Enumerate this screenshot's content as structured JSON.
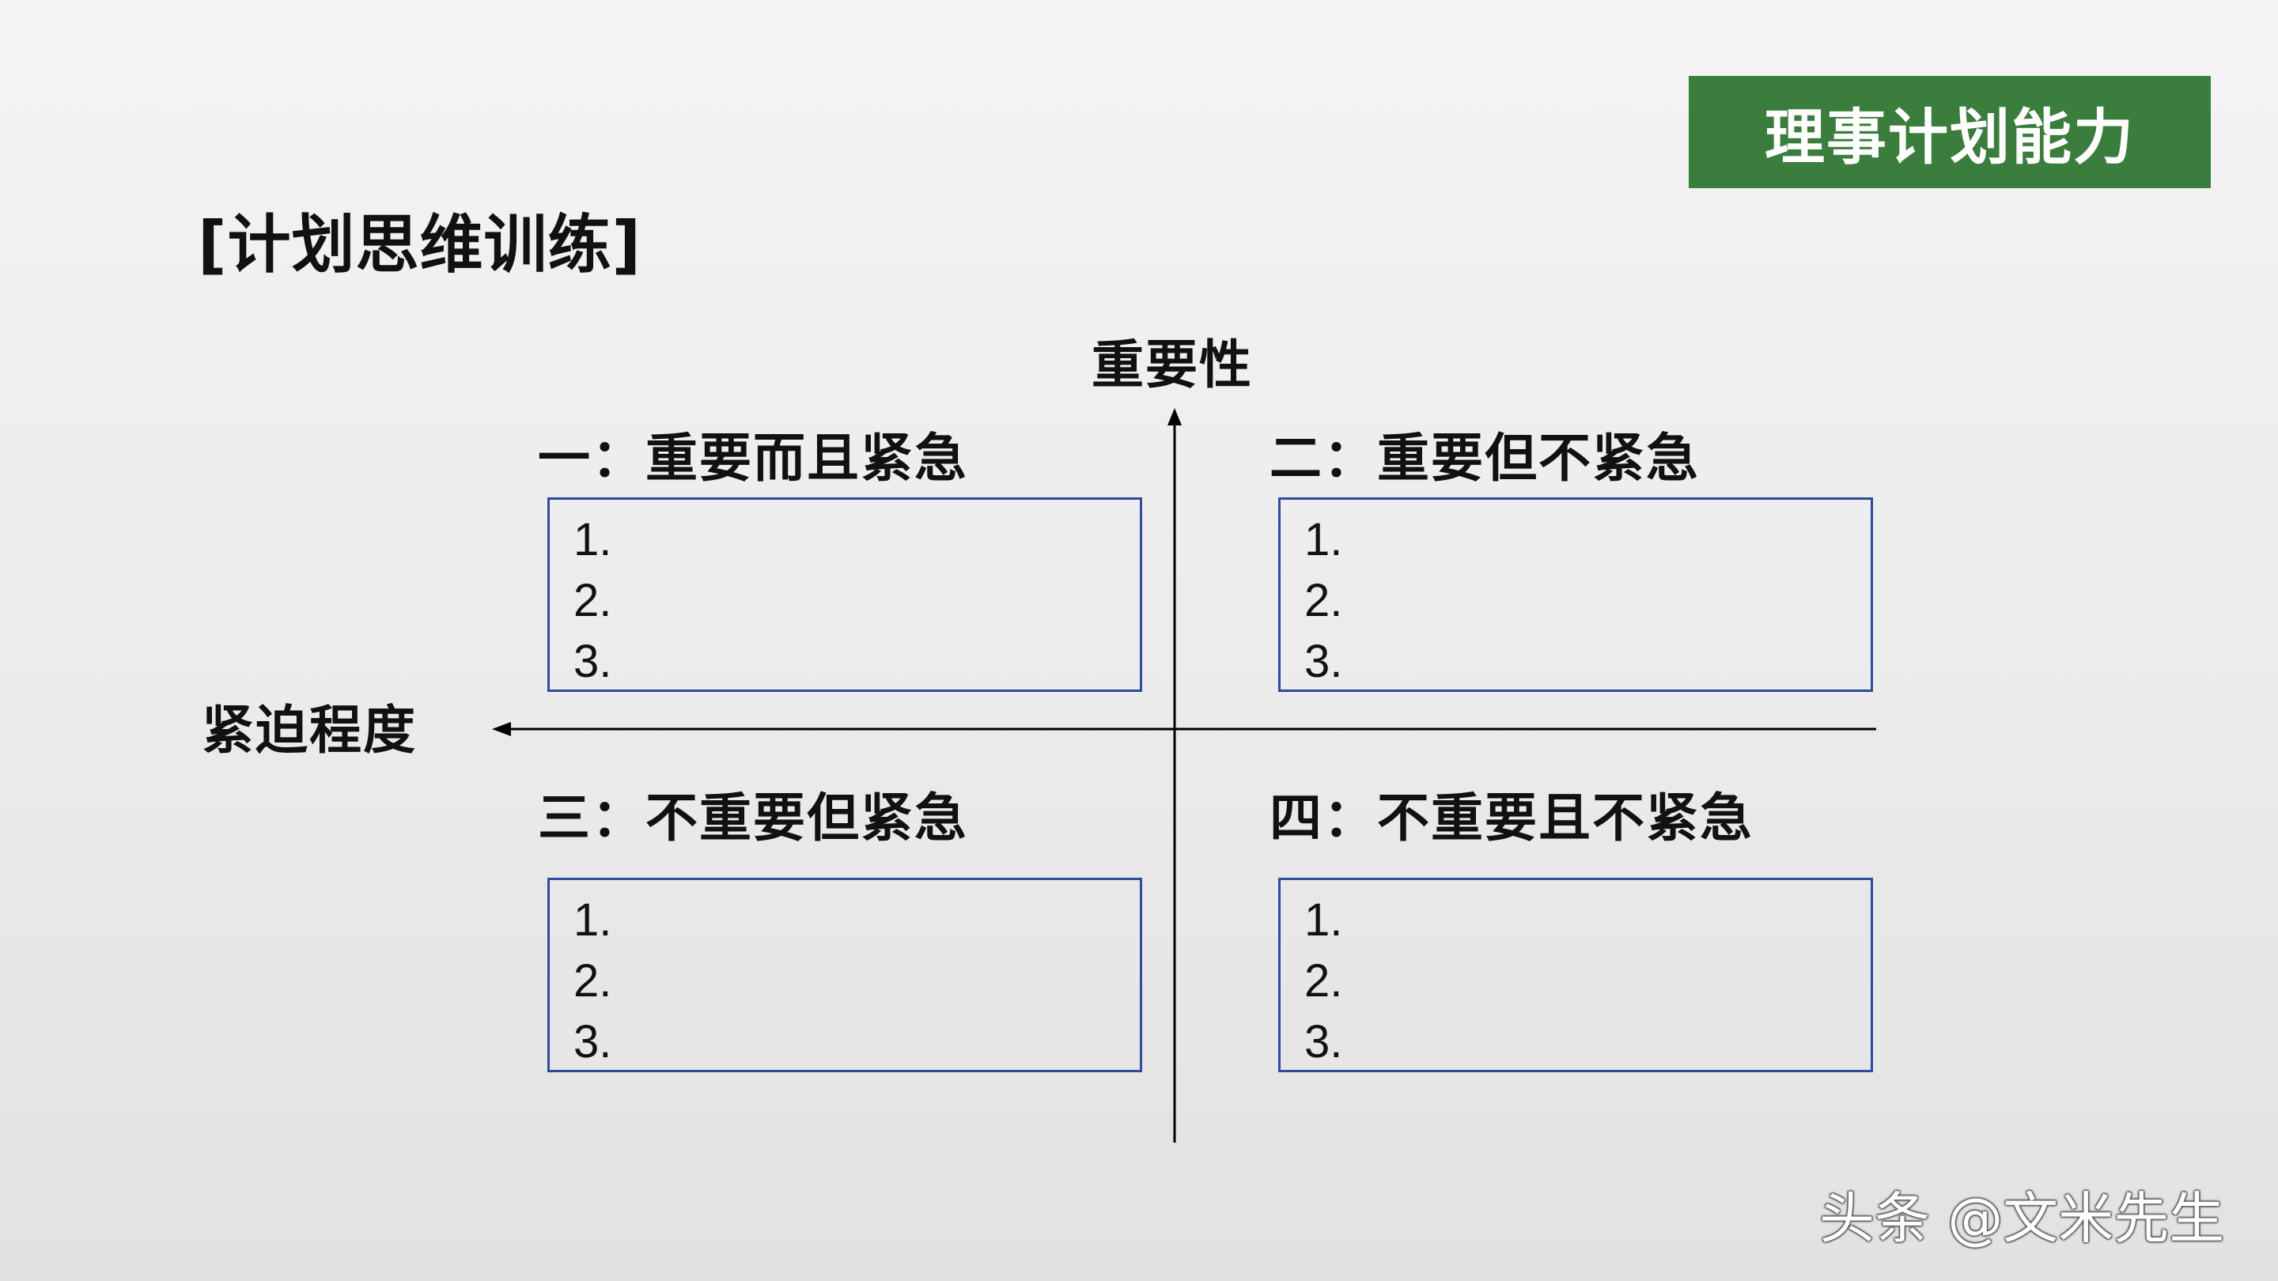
{
  "badge": {
    "label": "理事计划能力"
  },
  "title": "[计划思维训练]",
  "axes": {
    "y_label": "重要性",
    "x_label": "紧迫程度"
  },
  "quadrants": [
    {
      "title": "一：重要而且紧急",
      "items": [
        "1.",
        "2.",
        "3."
      ]
    },
    {
      "title": "二：重要但不紧急",
      "items": [
        "1.",
        "2.",
        "3."
      ]
    },
    {
      "title": "三：不重要但紧急",
      "items": [
        "1.",
        "2.",
        "3."
      ]
    },
    {
      "title": "四：不重要且不紧急",
      "items": [
        "1.",
        "2.",
        "3."
      ]
    }
  ],
  "watermark": "头条 @文米先生",
  "colors": {
    "badge_bg": "#3b7d3c",
    "box_border": "#2e4c9a",
    "axis": "#000000"
  }
}
